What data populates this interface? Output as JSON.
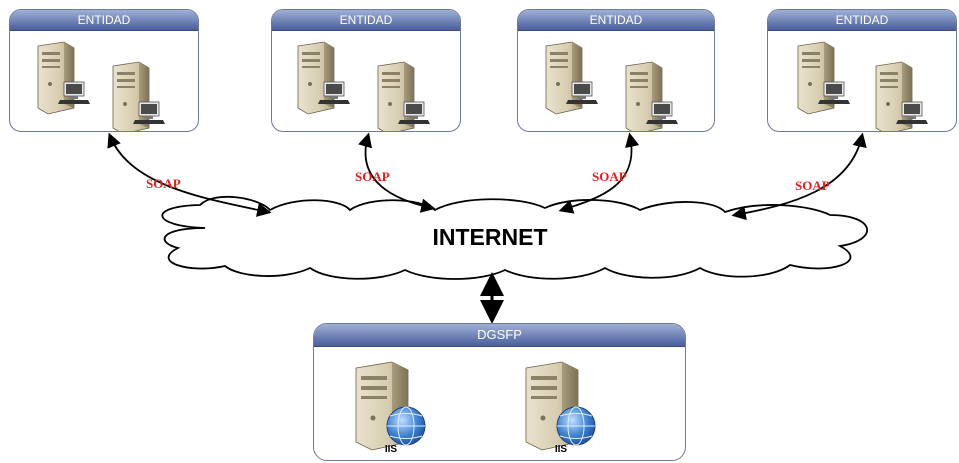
{
  "entities": [
    {
      "title": "ENTIDAD"
    },
    {
      "title": "ENTIDAD"
    },
    {
      "title": "ENTIDAD"
    },
    {
      "title": "ENTIDAD"
    }
  ],
  "connections": [
    {
      "label": "SOAP"
    },
    {
      "label": "SOAP"
    },
    {
      "label": "SOAP"
    },
    {
      "label": "SOAP"
    }
  ],
  "cloud": {
    "label": "INTERNET"
  },
  "central": {
    "title": "DGSFP",
    "servers": [
      {
        "label": "IIS"
      },
      {
        "label": "IIS"
      }
    ]
  },
  "icons": [
    "workstation-server-icon",
    "web-server-globe-icon",
    "internet-cloud-icon",
    "double-arrow-icon"
  ]
}
